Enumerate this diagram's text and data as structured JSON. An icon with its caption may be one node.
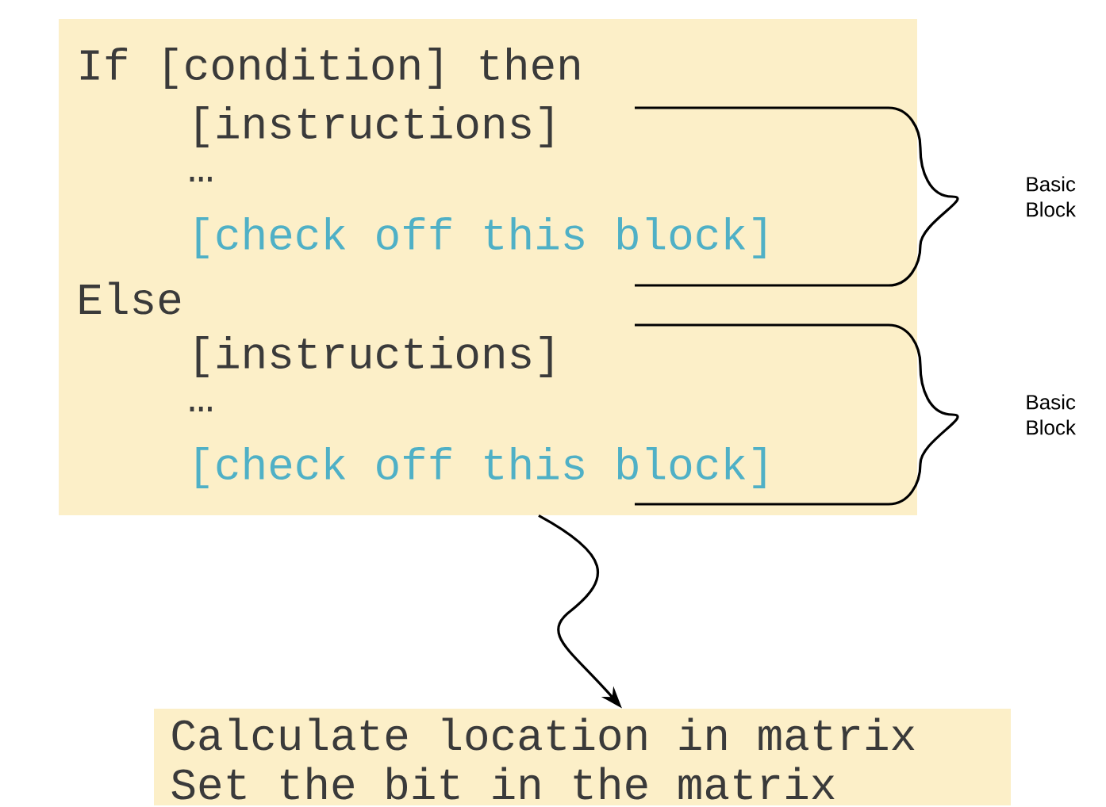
{
  "diagram": {
    "nodes": [
      {
        "text": [
          "If [condition] then",
          "[instructions]",
          "…",
          "[check off this block]",
          "Else",
          "[instructions]",
          "…",
          "[check off this block]"
        ]
      },
      {
        "text": [
          "Calculate location in matrix",
          "Set the bit in the matrix"
        ]
      }
    ],
    "edges": [
      {
        "from": 0,
        "to": 1,
        "arrow": "to"
      }
    ],
    "labels": [
      "Basic Block",
      "Basic Block"
    ]
  }
}
